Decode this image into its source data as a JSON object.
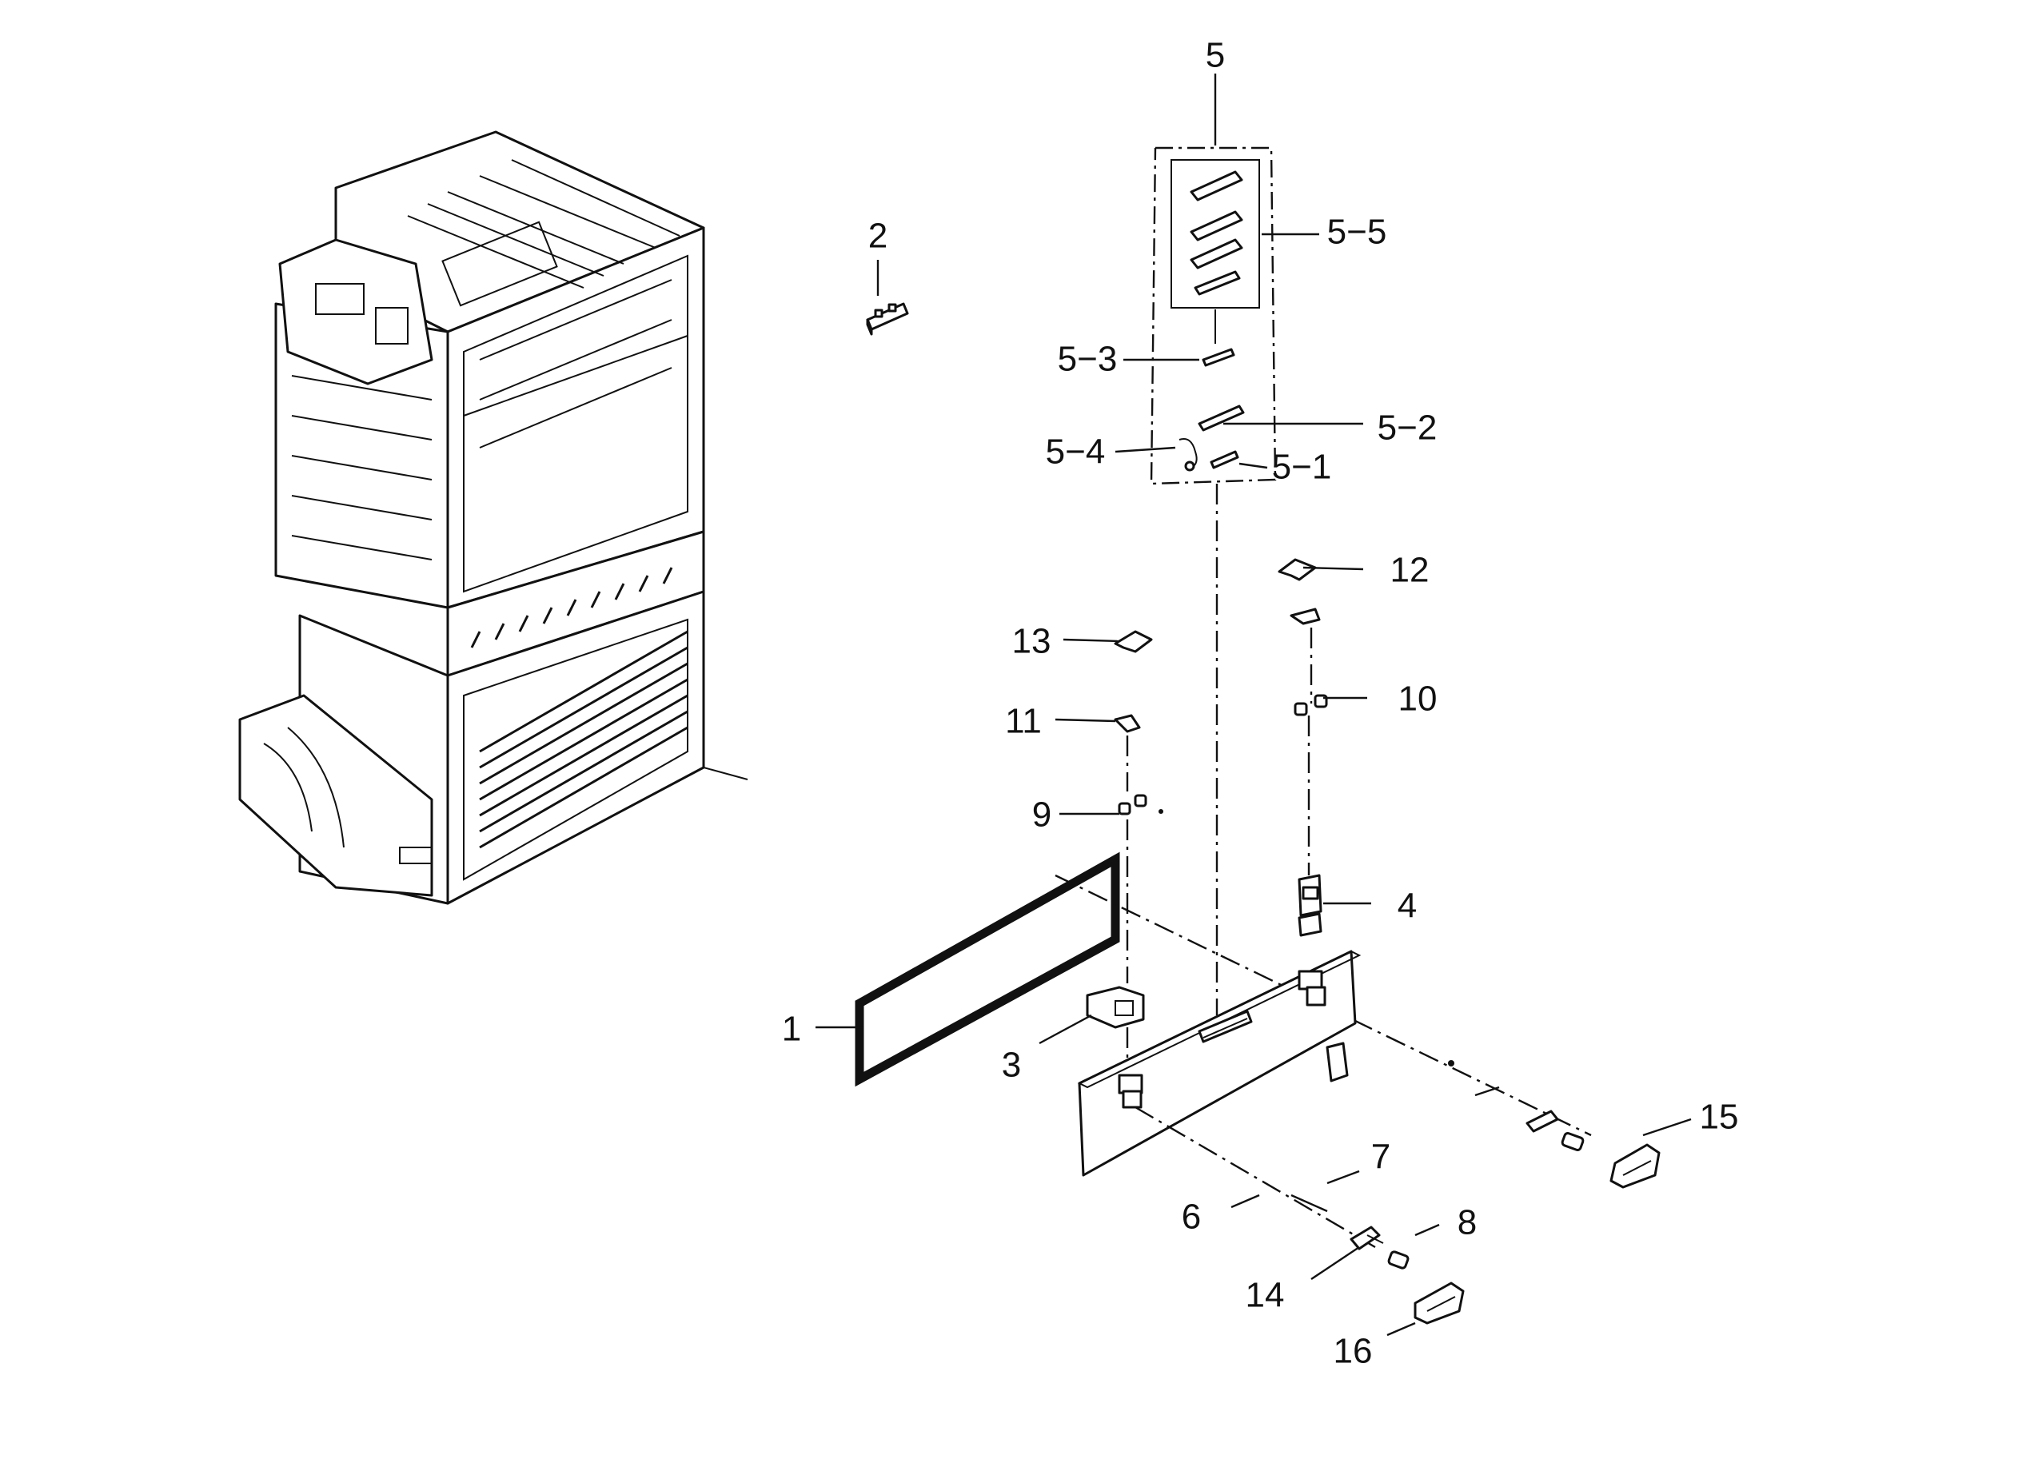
{
  "diagram": {
    "callouts": [
      {
        "key": "1",
        "label": "1"
      },
      {
        "key": "2",
        "label": "2"
      },
      {
        "key": "3",
        "label": "3"
      },
      {
        "key": "4",
        "label": "4"
      },
      {
        "key": "5",
        "label": "5"
      },
      {
        "key": "5-1",
        "label": "5−1"
      },
      {
        "key": "5-2",
        "label": "5−2"
      },
      {
        "key": "5-3",
        "label": "5−3"
      },
      {
        "key": "5-4",
        "label": "5−4"
      },
      {
        "key": "5-5",
        "label": "5−5"
      },
      {
        "key": "6",
        "label": "6"
      },
      {
        "key": "7",
        "label": "7"
      },
      {
        "key": "8",
        "label": "8"
      },
      {
        "key": "9",
        "label": "9"
      },
      {
        "key": "10",
        "label": "10"
      },
      {
        "key": "11",
        "label": "11"
      },
      {
        "key": "12",
        "label": "12"
      },
      {
        "key": "13",
        "label": "13"
      },
      {
        "key": "14",
        "label": "14"
      },
      {
        "key": "15",
        "label": "15"
      },
      {
        "key": "16",
        "label": "16"
      }
    ]
  }
}
